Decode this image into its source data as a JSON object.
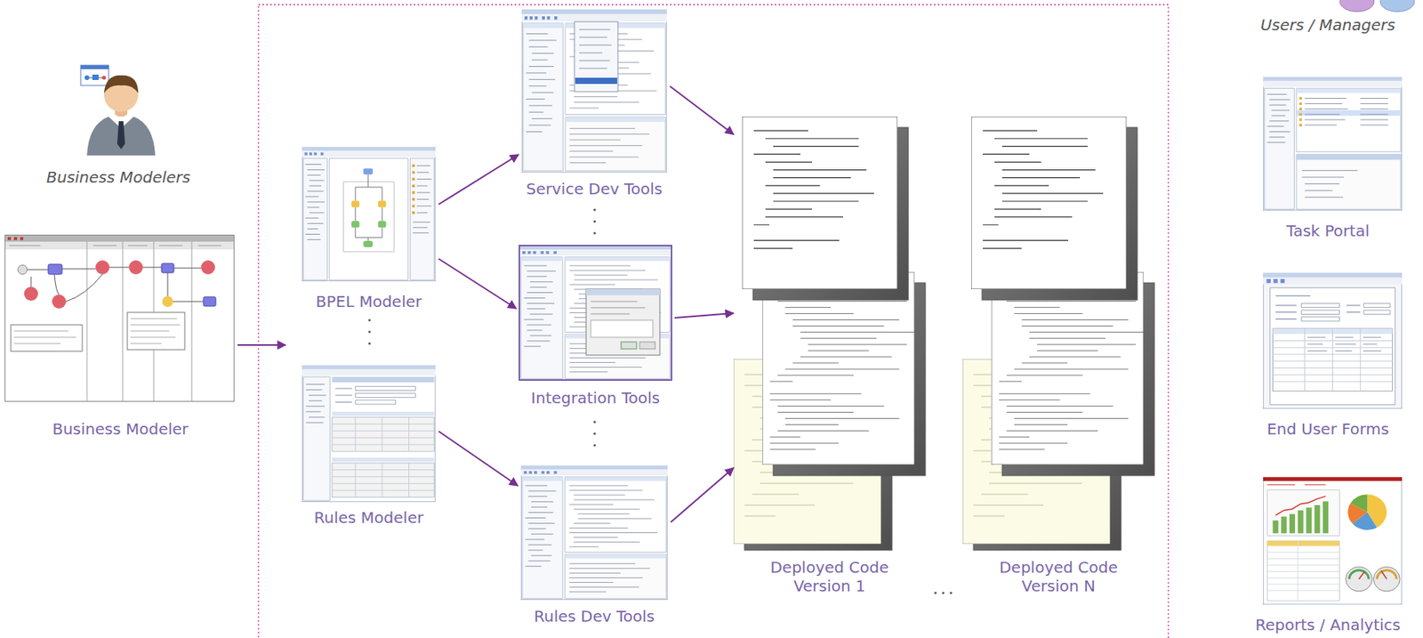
{
  "diagram": {
    "nodes": [
      {
        "text": [
          "Business Modelers"
        ]
      },
      {
        "text": [
          "Business Modeler"
        ]
      },
      {
        "text": [
          "BPEL Modeler"
        ]
      },
      {
        "text": [
          "Rules Modeler"
        ]
      },
      {
        "text": [
          "Service Dev Tools"
        ]
      },
      {
        "text": [
          "Integration Tools"
        ]
      },
      {
        "text": [
          "Rules Dev Tools"
        ]
      },
      {
        "text": [
          "Deployed Code Version 1"
        ]
      },
      {
        "text": [
          "Deployed Code Version N"
        ]
      },
      {
        "text": [
          "Users / Managers"
        ]
      },
      {
        "text": [
          "Task Portal"
        ]
      },
      {
        "text": [
          "End User Forms"
        ]
      },
      {
        "text": [
          "Reports / Analytics"
        ]
      }
    ],
    "edges": [
      {
        "from": 2,
        "to": 4,
        "arrow": "to"
      },
      {
        "from": 2,
        "to": 5,
        "arrow": "to"
      },
      {
        "from": 3,
        "to": 6,
        "arrow": "to"
      },
      {
        "from": 4,
        "to": 7,
        "arrow": "to"
      },
      {
        "from": 5,
        "to": 7,
        "arrow": "to"
      },
      {
        "from": 6,
        "to": 7,
        "arrow": "to"
      }
    ]
  }
}
